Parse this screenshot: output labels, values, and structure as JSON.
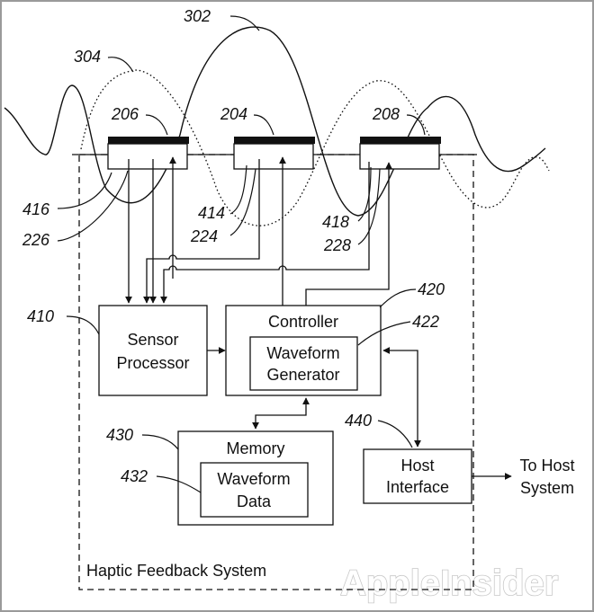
{
  "refs": {
    "r302": "302",
    "r304": "304",
    "r206": "206",
    "r204": "204",
    "r208": "208",
    "r416": "416",
    "r226": "226",
    "r414": "414",
    "r224": "224",
    "r418": "418",
    "r228": "228",
    "r410": "410",
    "r420": "420",
    "r422": "422",
    "r430": "430",
    "r432": "432",
    "r440": "440"
  },
  "blocks": {
    "sensor_processor": [
      "Sensor",
      "Processor"
    ],
    "controller": "Controller",
    "waveform_generator": [
      "Waveform",
      "Generator"
    ],
    "memory": "Memory",
    "waveform_data": [
      "Waveform",
      "Data"
    ],
    "host_interface": [
      "Host",
      "Interface"
    ],
    "to_host": [
      "To Host",
      "System"
    ],
    "system_label": "Haptic Feedback System"
  },
  "watermark": "AppleInsider",
  "colors": {
    "ink": "#111111",
    "frame": "#9a9a9a",
    "background": "#ffffff"
  }
}
